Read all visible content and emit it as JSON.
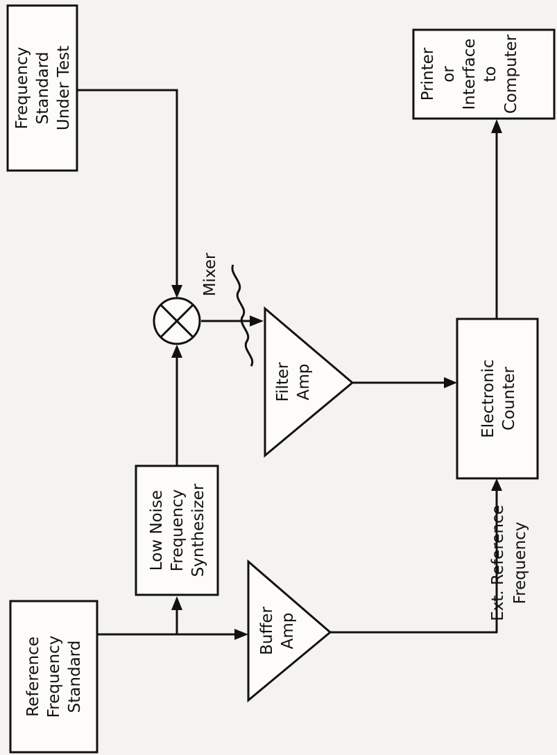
{
  "diagram": {
    "blocks": {
      "freq_under_test": [
        "Frequency",
        "Standard",
        "Under Test"
      ],
      "reference_standard": [
        "Reference",
        "Frequency",
        "Standard"
      ],
      "synthesizer": [
        "Low Noise",
        "Frequency",
        "Synthesizer"
      ],
      "filter_amp": [
        "Filter",
        "Amp"
      ],
      "buffer_amp": [
        "Buffer",
        "Amp"
      ],
      "electronic_counter": [
        "Electronic",
        "Counter"
      ],
      "printer_interface": [
        "Printer",
        "or",
        "Interface",
        "to",
        "Computer"
      ]
    },
    "labels": {
      "mixer": "Mixer",
      "ext_reference": [
        "Ext. Reference",
        "Frequency"
      ]
    }
  }
}
